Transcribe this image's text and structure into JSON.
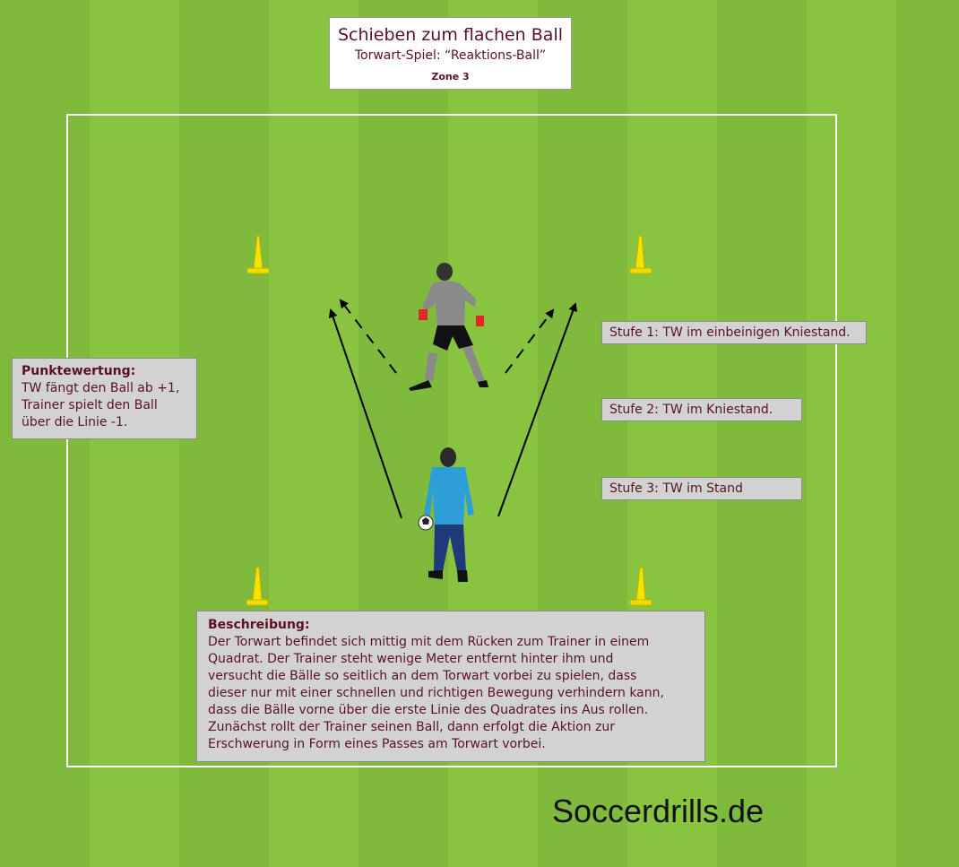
{
  "title": {
    "main": "Schieben zum flachen Ball",
    "subtitle": "Torwart-Spiel: “Reaktions-Ball”",
    "zone": "Zone 3"
  },
  "scoring": {
    "heading": "Punktewertung:",
    "lines": [
      "TW fängt den Ball ab +1,",
      "Trainer spielt den Ball",
      "über die Linie -1."
    ]
  },
  "stages": [
    "Stufe 1: TW im einbeinigen Kniestand.",
    "Stufe 2: TW im Kniestand.",
    "Stufe 3: TW im Stand"
  ],
  "description": {
    "heading": "Beschreibung:",
    "text": "Der Torwart befindet sich mittig mit dem Rücken zum Trainer in einem\nQuadrat. Der Trainer steht wenige Meter entfernt hinter ihm und\nversucht die Bälle so seitlich an dem Torwart vorbei zu spielen, dass\ndieser nur mit einer schnellen und richtigen Bewegung verhindern kann,\ndass die Bälle vorne über die erste Linie des Quadrates ins Aus rollen.\nZunächst rollt der Trainer seinen Ball, dann erfolgt die Aktion zur\nErschwerung in Form eines Passes am Torwart vorbei."
  },
  "brand": "Soccerdrills.de",
  "colors": {
    "text_accent": "#5a1222",
    "cone": "#f5e200",
    "goalkeeper_shirt": "#8a8a8a",
    "gloves": "#e32626",
    "trainer_shirt": "#2e9ed8",
    "trainer_pants": "#1f3a7a"
  }
}
